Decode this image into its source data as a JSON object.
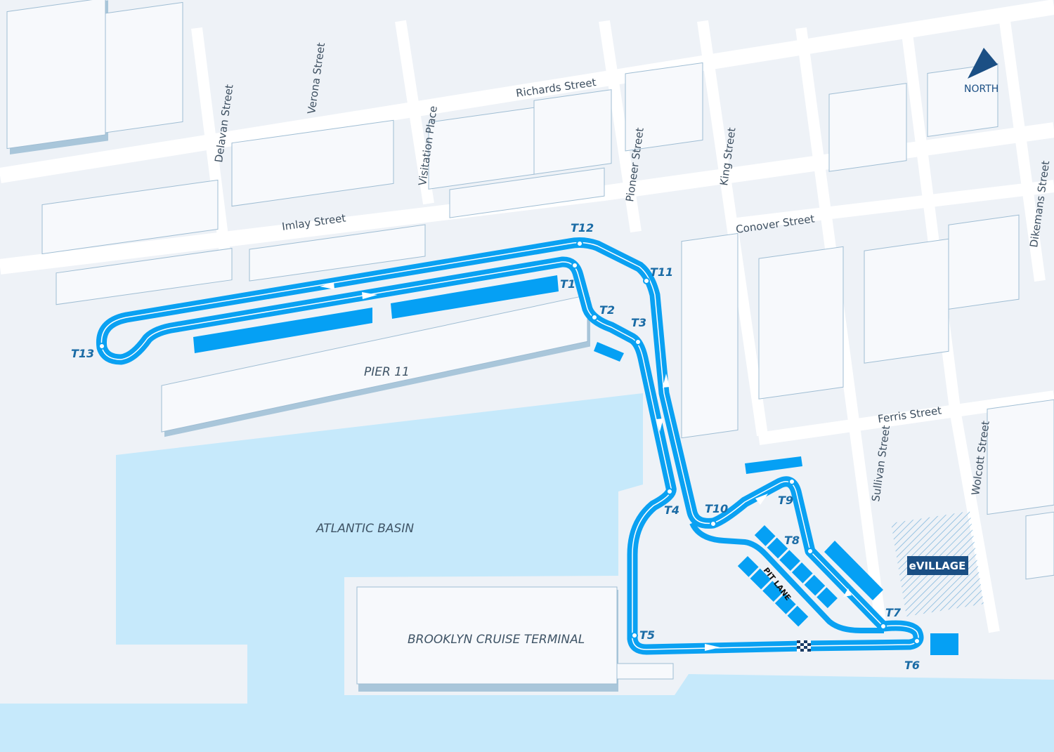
{
  "map": {
    "colors": {
      "track": "#0aa1f2",
      "water": "#c6e9fb",
      "land": "#eef2f7",
      "building": "#f7f9fc",
      "building_shadow": "#a9c6da",
      "label_dark": "#1a4a7a",
      "evillage_bg": "#1b4f84"
    },
    "streets": [
      "Richards Street",
      "Verona Street",
      "Delavan Street",
      "Visitation Place",
      "Imlay Street",
      "Pioneer Street",
      "King Street",
      "Conover Street",
      "Dikemans Street",
      "Ferris Street",
      "Sullivan Street",
      "Wolcott Street"
    ],
    "areas": {
      "pier": "PIER 11",
      "basin": "ATLANTIC BASIN",
      "terminal": "BROOKLYN CRUISE TERMINAL"
    },
    "north": {
      "label": "NORTH",
      "icon": "north-arrow-icon"
    },
    "evillage": "eVILLAGE",
    "pit_lane": "PIT LANE",
    "turns": [
      "T1",
      "T2",
      "T3",
      "T4",
      "T5",
      "T6",
      "T7",
      "T8",
      "T9",
      "T10",
      "T11",
      "T12",
      "T13"
    ],
    "icons": [
      "checkered-flag-icon",
      "direction-arrow-icon"
    ]
  }
}
